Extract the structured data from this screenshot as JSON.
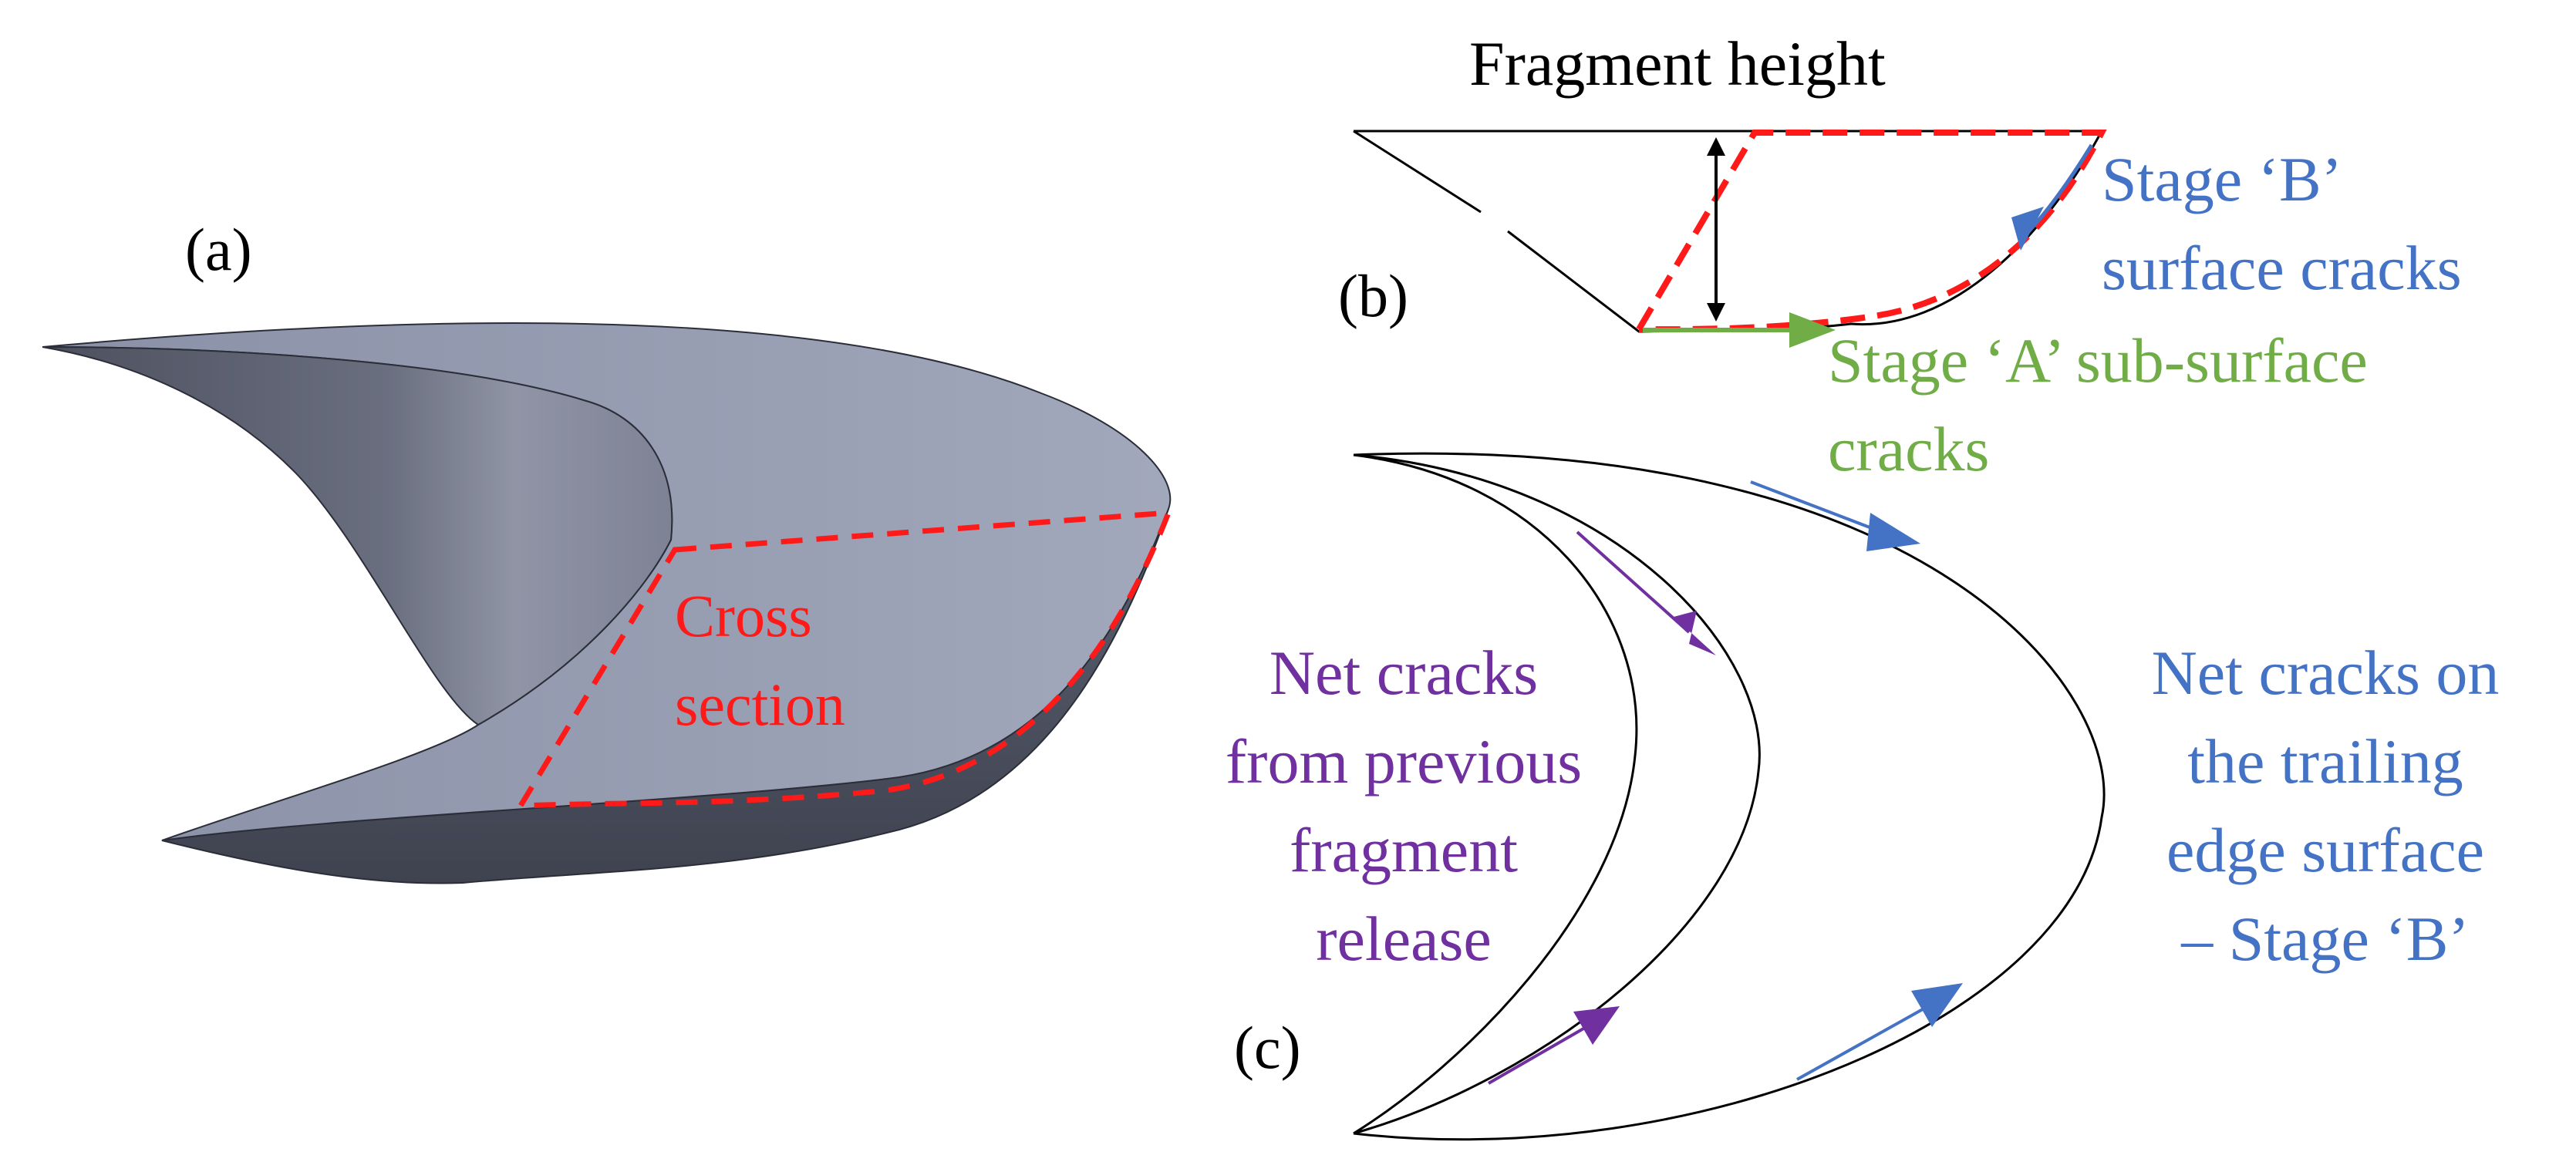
{
  "panel_a": {
    "label": "(a)",
    "cross_section_label": [
      "Cross",
      "section"
    ]
  },
  "panel_b": {
    "label": "(b)",
    "fragment_height_label": "Fragment height",
    "stage_b_label": [
      "Stage ‘B’",
      "surface cracks"
    ],
    "stage_a_label": [
      "Stage ‘A’ sub-surface",
      "cracks"
    ]
  },
  "panel_c": {
    "label": "(c)",
    "net_cracks_previous_label": [
      "Net cracks",
      "from previous",
      "fragment",
      "release"
    ],
    "net_cracks_trailing_label": [
      "Net cracks on",
      "the trailing",
      "edge surface",
      "– Stage ‘B’"
    ]
  },
  "colors": {
    "red_dash": "#ff1a1a",
    "red_text": "#ff1a1a",
    "blue": "#4472c4",
    "green": "#70ad47",
    "purple": "#7030a0",
    "black": "#000000",
    "shape_top": "#9aa0b3",
    "shape_dark": "#5b6070",
    "shape_side": "#4f5363"
  }
}
